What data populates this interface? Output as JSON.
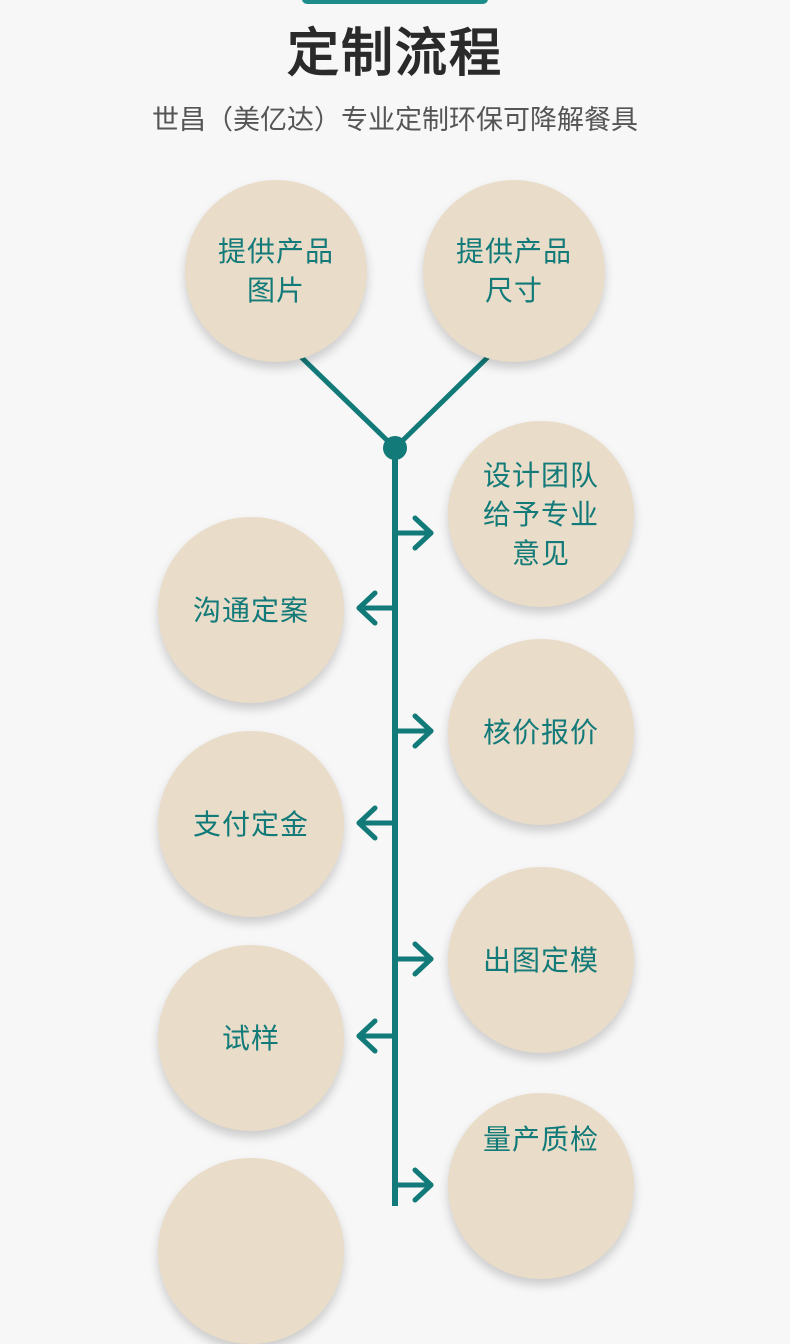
{
  "header": {
    "title": "定制流程",
    "subtitle": "世昌（美亿达）专业定制环保可降解餐具"
  },
  "colors": {
    "accent": "#127a78",
    "circle_fill": "#e9dcc8",
    "background": "#f7f7f7"
  },
  "steps": [
    {
      "label": "提供产品\n图片"
    },
    {
      "label": "提供产品\n尺寸"
    },
    {
      "label": "设计团队\n给予专业\n意见"
    },
    {
      "label": "沟通定案"
    },
    {
      "label": "核价报价"
    },
    {
      "label": "支付定金"
    },
    {
      "label": "出图定模"
    },
    {
      "label": "试样"
    },
    {
      "label": "量产质检"
    }
  ]
}
